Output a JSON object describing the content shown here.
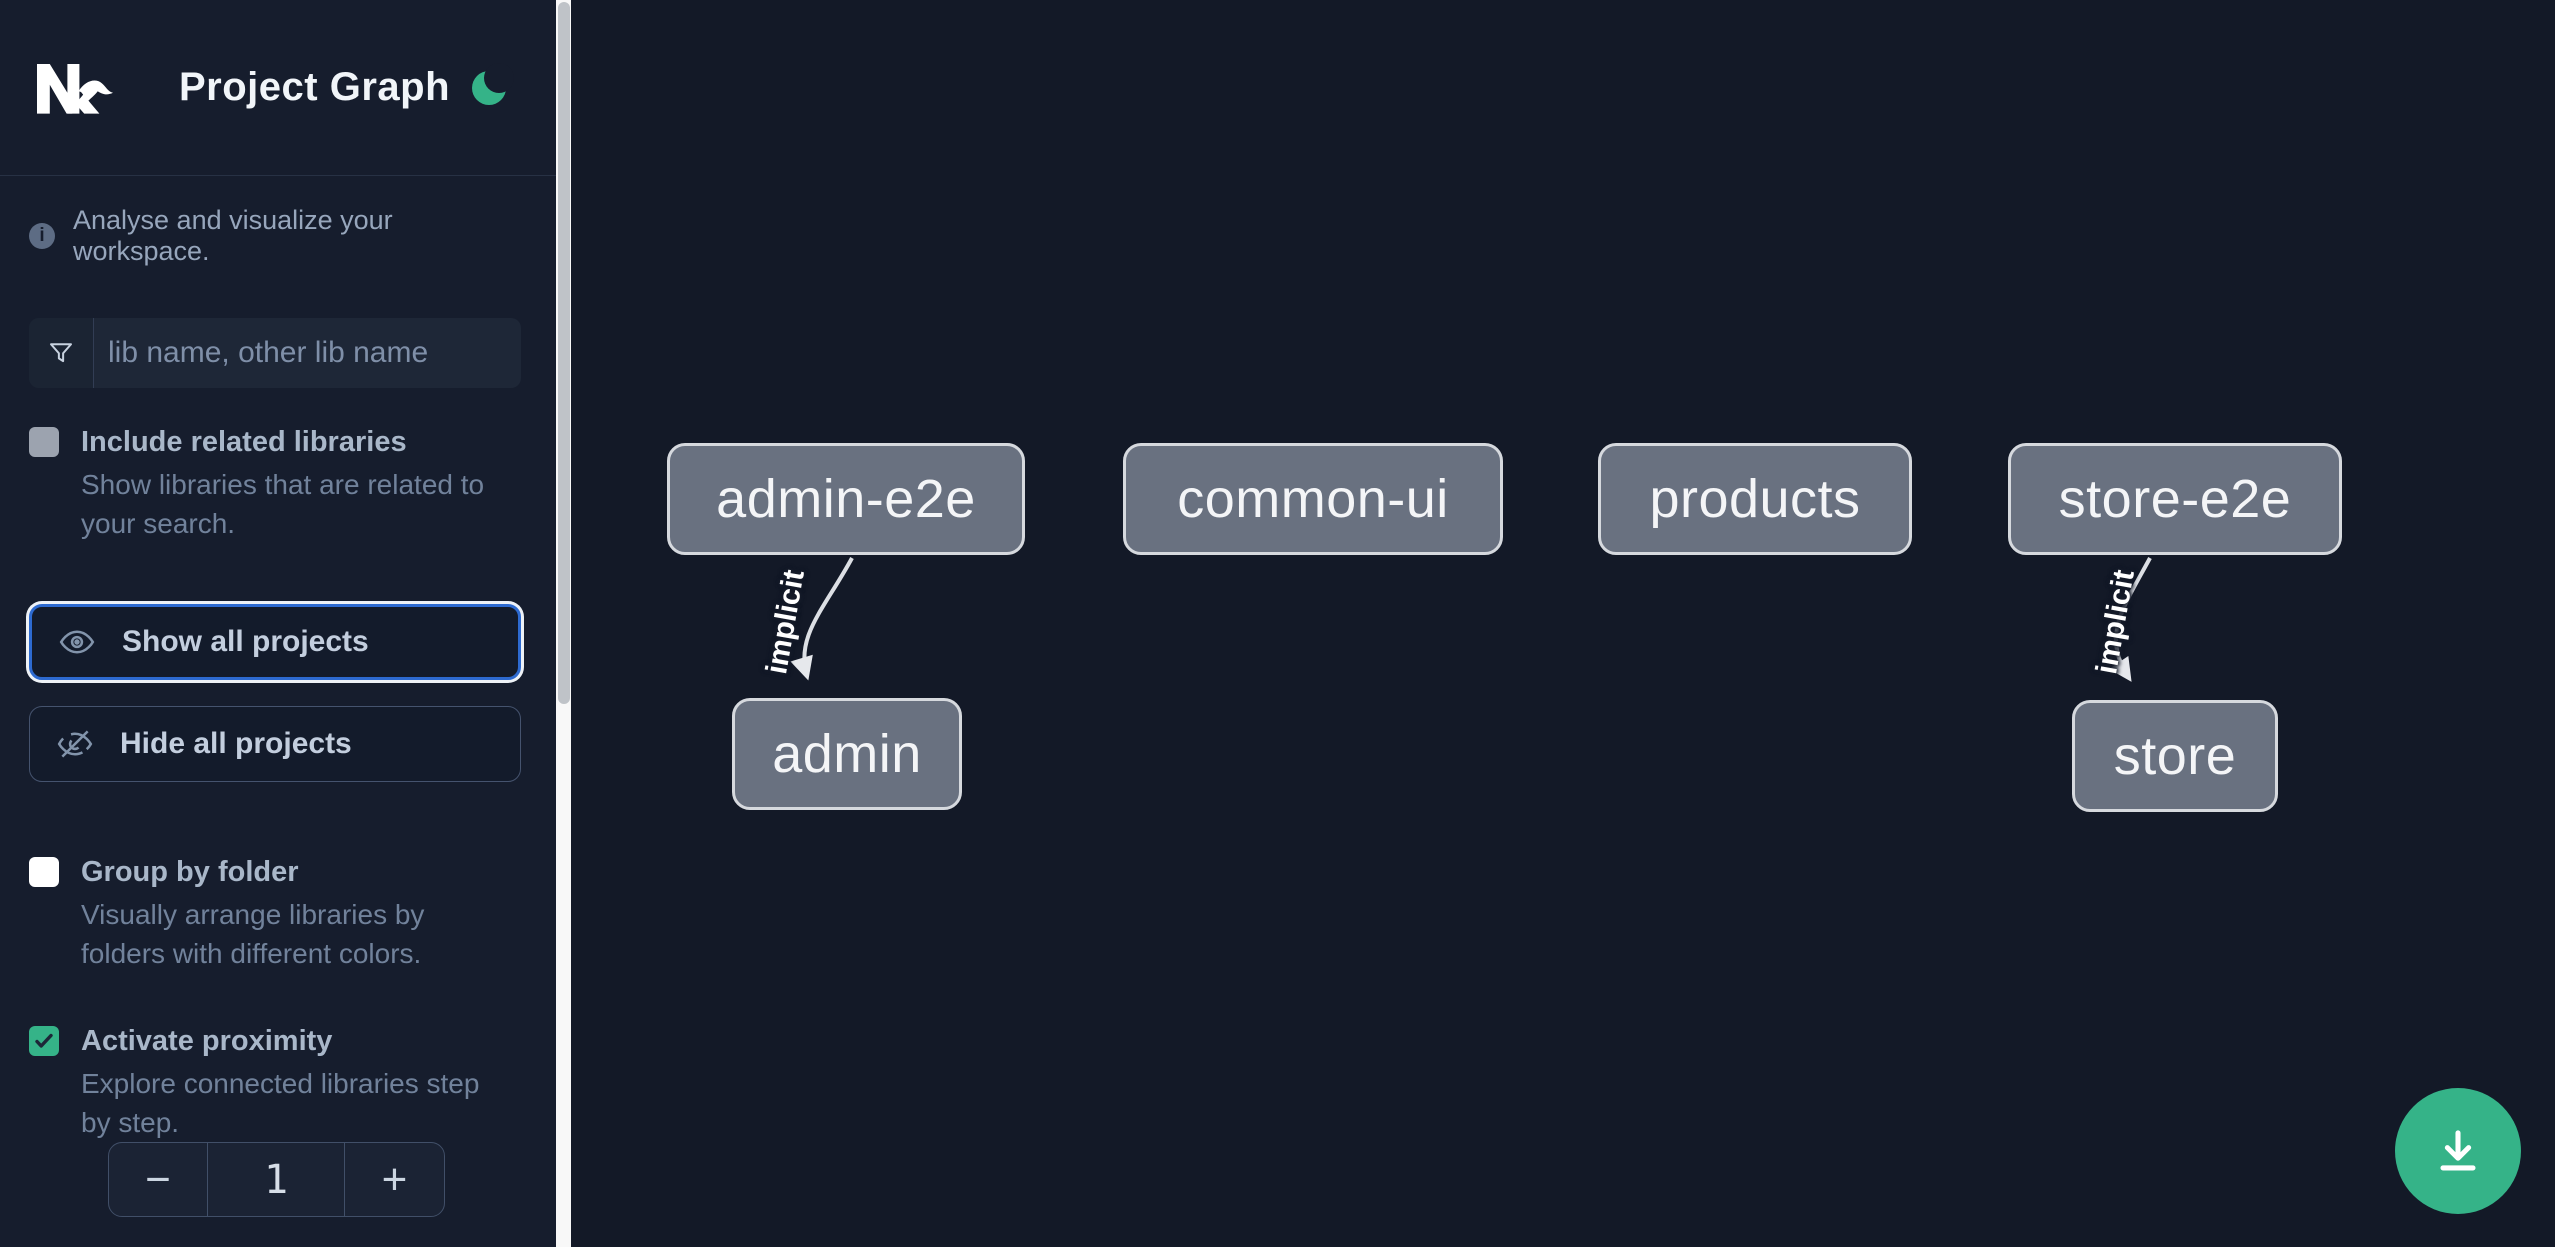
{
  "app": {
    "title": "Project Graph"
  },
  "sidebar": {
    "tagline": "Analyse and visualize your workspace.",
    "search": {
      "placeholder": "lib name, other lib name"
    },
    "options": [
      {
        "label": "Include related libraries",
        "description": "Show libraries that are related to your search.",
        "checked": false
      },
      {
        "label": "Group by folder",
        "description": "Visually arrange libraries by folders with different colors.",
        "checked": false
      },
      {
        "label": "Activate proximity",
        "description": "Explore connected libraries step by step.",
        "checked": true
      }
    ],
    "actions": [
      {
        "label": "Show all projects",
        "focused": true
      },
      {
        "label": "Hide all projects",
        "focused": false
      }
    ],
    "stepper": {
      "decrement": "−",
      "value": "1",
      "increment": "+"
    }
  },
  "graph": {
    "nodes": [
      {
        "id": "admin-e2e",
        "label": "admin-e2e"
      },
      {
        "id": "common-ui",
        "label": "common-ui"
      },
      {
        "id": "products",
        "label": "products"
      },
      {
        "id": "store-e2e",
        "label": "store-e2e"
      },
      {
        "id": "admin",
        "label": "admin"
      },
      {
        "id": "store",
        "label": "store"
      }
    ],
    "edges": [
      {
        "from": "admin-e2e",
        "to": "admin",
        "label": "implicit"
      },
      {
        "from": "store-e2e",
        "to": "store",
        "label": "implicit"
      }
    ]
  },
  "colors": {
    "accent_green": "#35b388",
    "focus_blue": "#2d6ad0",
    "node_fill": "#697180"
  },
  "fab": {
    "icon": "download"
  }
}
